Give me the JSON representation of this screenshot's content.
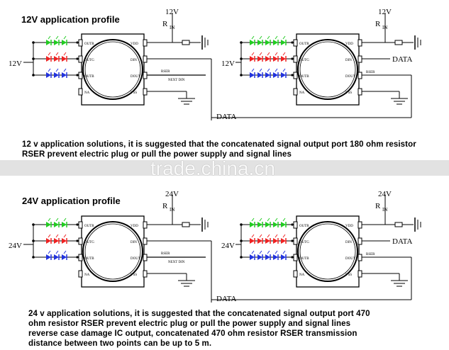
{
  "top_section": {
    "title": "12V application profile",
    "left": {
      "supply": "12V",
      "rin": "R",
      "rin_sub": "IN",
      "input": "12V",
      "rser": "RSER",
      "next": "NEXT DIN",
      "data": "DATA"
    },
    "right": {
      "supply": "12V",
      "rin": "R",
      "rin_sub": "IN",
      "input": "12V",
      "data_label": "DATA",
      "rser": "RSER"
    },
    "pins": {
      "outr": "OUTR",
      "outg": "OUTG",
      "outb": "OUTB",
      "na": "NA",
      "vdd": "VDD",
      "din": "DIN",
      "dout": "DOUT",
      "vss": "VSS"
    },
    "description": "12 v application solutions, it is suggested that the concatenated signal output port 180 ohm resistor RSER prevent electric plug or pull the power supply and signal lines"
  },
  "watermark": "trade.china.cn",
  "bottom_section": {
    "title": "24V application profile",
    "left": {
      "supply": "24V",
      "rin": "R",
      "rin_sub": "IN",
      "input": "24V",
      "rser": "RSER",
      "next": "NEXT DIN",
      "data": "DATA"
    },
    "right": {
      "supply": "24V",
      "rin": "R",
      "rin_sub": "IN",
      "input": "24V",
      "data_label": "DATA",
      "rser": "RSER"
    },
    "description_lines": [
      "24 v application solutions, it is suggested that the concatenated signal output port 470",
      "ohm resistor RSER prevent electric plug or pull the power supply and signal lines",
      "reverse case damage IC output, concatenated 470 ohm resistor RSER transmission",
      "distance between two points can be up to 5 m."
    ]
  },
  "colors": {
    "green_led": "#22cc22",
    "red_led": "#ee2222",
    "blue_led": "#2233dd",
    "line": "#000000"
  }
}
